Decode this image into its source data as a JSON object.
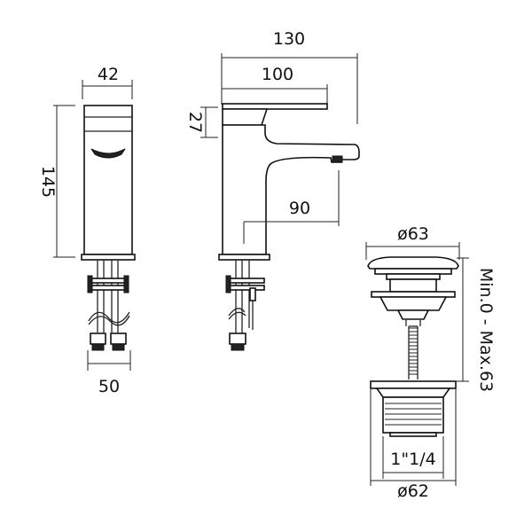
{
  "dimensions": {
    "front_width": "42",
    "front_height": "145",
    "base_width": "50",
    "overall_length": "130",
    "lever_length": "100",
    "lever_height": "27",
    "spout_projection": "90",
    "waste_top_diameter": "ø63",
    "waste_range": "Min.0 - Max.63",
    "thread_size": "1\"1/4",
    "waste_bottom_diameter": "ø62"
  }
}
